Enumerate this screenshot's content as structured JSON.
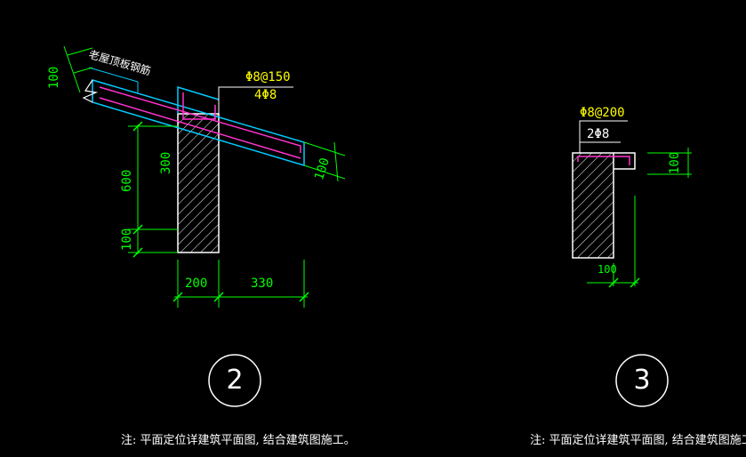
{
  "colors": {
    "background": "#000000",
    "dimension": "#00ff00",
    "rebar_text": "#ffff00",
    "outline": "#ffffff",
    "rebar": "#ff33cc",
    "slab": "#00ccff"
  },
  "detail_2": {
    "roof_label": "老屋顶板钢筋",
    "rebar_top": "Φ8@150",
    "rebar_bottom": "4Φ8",
    "dim_slab_left": "100",
    "dim_slab_right": "100",
    "dim_300": "300",
    "dim_600": "600",
    "dim_100": "100",
    "dim_200": "200",
    "dim_330": "330",
    "marker": "2",
    "note": "注: 平面定位详建筑平面图, 结合建筑图施工。"
  },
  "detail_3": {
    "rebar_top": "Φ8@200",
    "rebar_bottom": "2Φ8",
    "dim_right": "100",
    "dim_bottom": "100",
    "marker": "3",
    "note": "注: 平面定位详建筑平面图, 结合建筑图施工。"
  }
}
